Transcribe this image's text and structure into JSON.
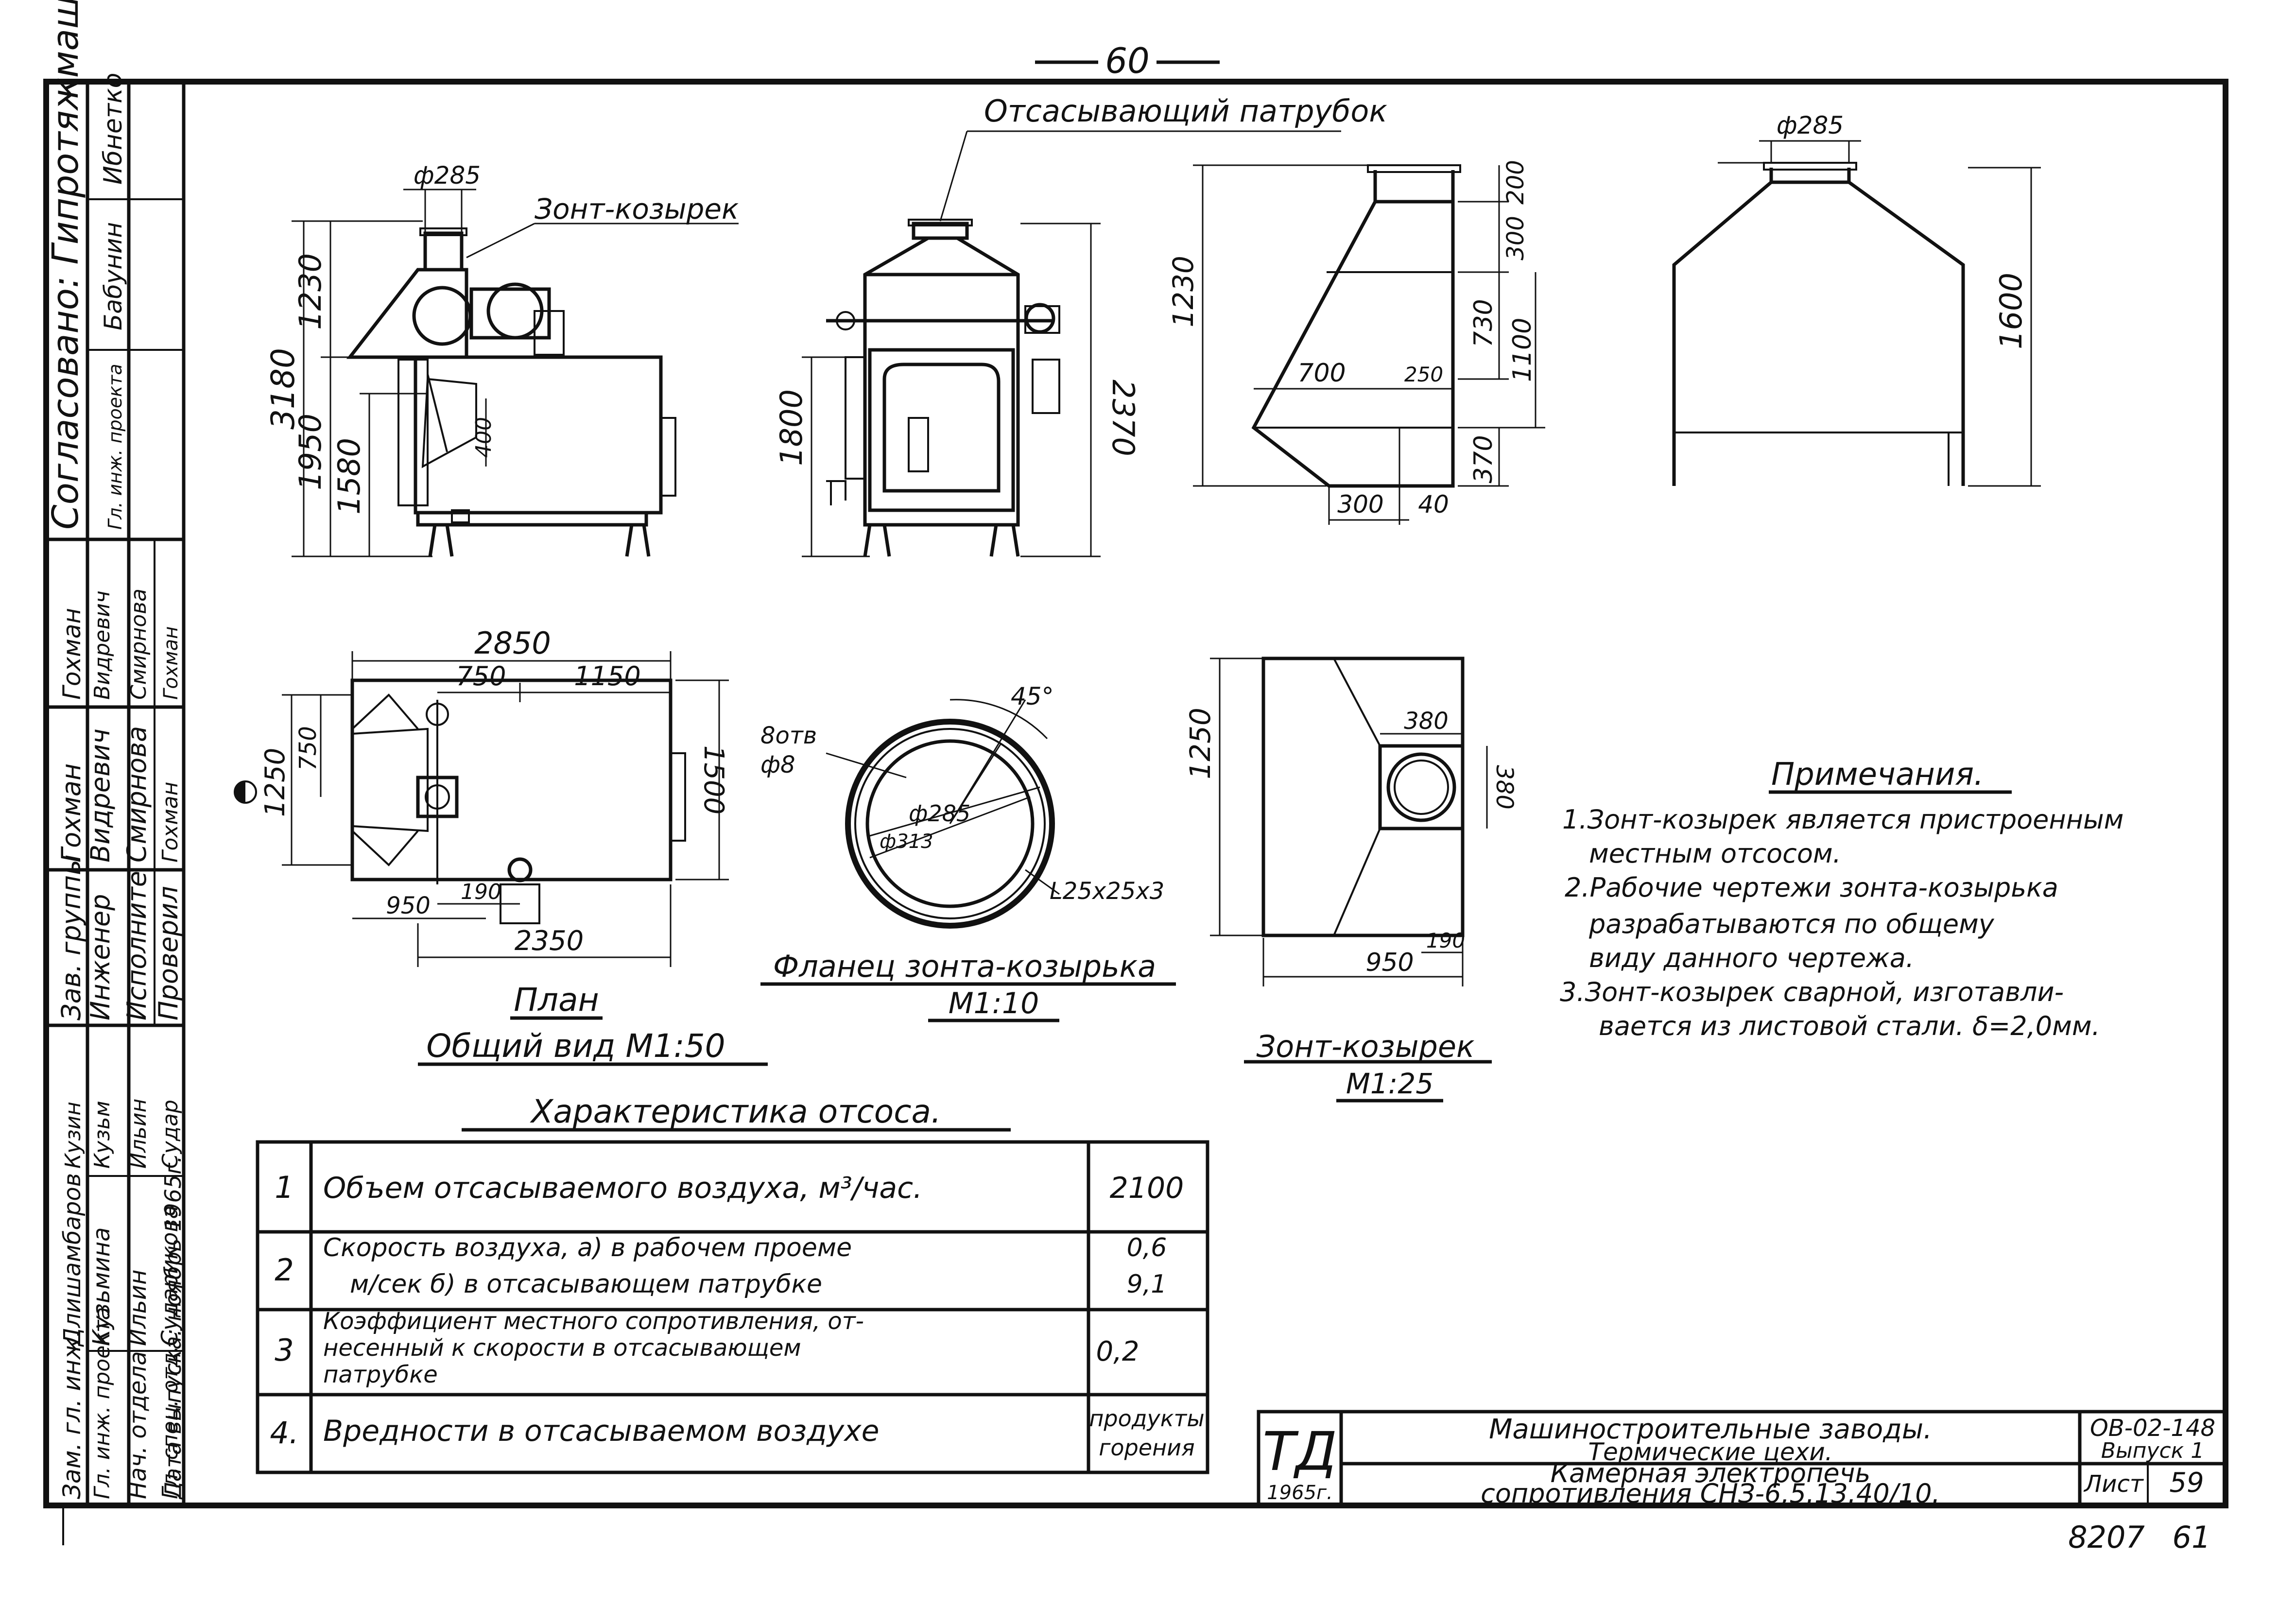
{
  "page_number": "60",
  "approvals": {
    "header": "Согласовано: Гипротяжмаш.",
    "signature_top": "Ибнетко",
    "pos_label": "Гл. инж. проекта",
    "pos_name": "Бабунин",
    "rows": [
      {
        "role": "Зав. группы",
        "name": "Гохман",
        "sign": "Гохман"
      },
      {
        "role": "Инженер",
        "name": "Видревич",
        "sign": "Видревич"
      },
      {
        "role": "Исполните",
        "name": "Смирнова",
        "sign": "Смирнова"
      },
      {
        "role": "Проверил",
        "name": "Гохман",
        "sign": "Гохман"
      }
    ],
    "lower_rows": [
      {
        "role": "Зам. гл. инж.",
        "name": "Длишамбаров",
        "sign": "Кузин"
      },
      {
        "role": "Гл. инж. проекта",
        "name": "Кузьмина",
        "sign": "Кузьм"
      },
      {
        "role": "Нач. отдела",
        "name": "Ильин",
        "sign": "Ильин"
      },
      {
        "role": "Гл. спец. отд.",
        "name": "Сударикова",
        "sign": "Судар"
      }
    ],
    "release_date": "Дата выпуска: ноябрь 1965г."
  },
  "views": {
    "suction_pipe_label": "Отсасывающий патрубок",
    "hood_label": "Зонт-козырек",
    "plan_label": "План",
    "general_view_label": "Общий вид М1:50",
    "flange_label": "Фланец зонта-козырька",
    "flange_scale": "М1:10",
    "hood_scale_label": "Зонт-козырек",
    "hood_scale": "М1:25"
  },
  "dims": {
    "d285_a": "ф285",
    "d3180": "3180",
    "d1230": "1230",
    "d1950": "1950",
    "d1580": "1580",
    "d400": "400",
    "d1800": "1800",
    "d2370": "2370",
    "h1230": "1230",
    "h200": "200",
    "h300": "300",
    "h730": "730",
    "h1100": "1100",
    "h370": "370",
    "h700": "700",
    "h250": "250",
    "h300b": "300",
    "h40": "40",
    "d285_b": "ф285",
    "d1600": "1600",
    "p2850": "2850",
    "p750": "750",
    "p1150": "1150",
    "p1250": "1250",
    "p750b": "750",
    "p1500": "1500",
    "p950": "950",
    "p190": "190",
    "p2350": "2350",
    "f45": "45°",
    "f8holes": "8отв",
    "f8": "ф8",
    "f285": "ф285",
    "f313": "ф313",
    "f_angle": "L25x25x3",
    "z1250": "1250",
    "z380a": "380",
    "z380b": "380",
    "z950": "950",
    "z190": "190"
  },
  "notes": {
    "title": "Примечания.",
    "items": [
      "1.Зонт-козырек является пристроенным",
      "местным отсосом.",
      "2.Рабочие чертежи зонта-козырька",
      "разрабатываются по общему",
      "виду данного чертежа.",
      "3.Зонт-козырек сварной, изготавли-",
      "вается из листовой стали. δ=2,0мм."
    ]
  },
  "table": {
    "title": "Характеристика отсоса.",
    "rows": [
      {
        "num": "1",
        "lines": [
          "Объем отсасываемого воздуха, м³/час."
        ],
        "values": [
          "2100"
        ]
      },
      {
        "num": "2",
        "lines": [
          "Скорость воздуха, а) в рабочем проеме",
          "м/сек        б) в отсасывающем патрубке"
        ],
        "values": [
          "0,6",
          "9,1"
        ]
      },
      {
        "num": "3",
        "lines": [
          "Коэффициент местного сопротивления, от-",
          "несенный к скорости в отсасывающем",
          "патрубке"
        ],
        "values": [
          "0,2"
        ]
      },
      {
        "num": "4.",
        "lines": [
          "Вредности в отсасываемом воздухе"
        ],
        "values": [
          "продукты",
          "горения"
        ]
      }
    ]
  },
  "title_block": {
    "logo": "ТД",
    "year": "1965г.",
    "line1": "Машиностроительные заводы.",
    "line2": "Термические цехи.",
    "line3": "Камерная электропечь",
    "line4": "сопротивления СНЗ-6,5.13.40/10.",
    "code": "ОВ-02-148",
    "issue": "Выпуск 1",
    "sheet_label": "Лист",
    "sheet_no": "59"
  },
  "footer": {
    "num1": "8207",
    "num2": "61"
  }
}
